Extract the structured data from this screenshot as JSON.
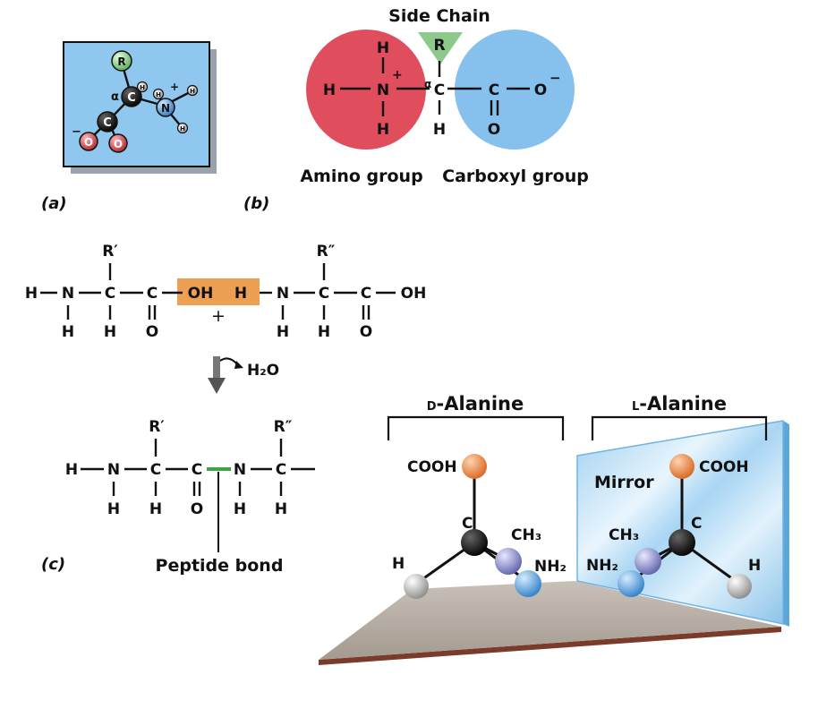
{
  "panel_labels": {
    "a": "(a)",
    "b": "(b)",
    "c": "(c)"
  },
  "panel_a": {
    "r": "R",
    "c_alpha": "C",
    "h_alpha": "H",
    "alpha": "α",
    "n": "N",
    "plus": "+",
    "h": "H",
    "c_carboxyl": "C",
    "o": "O",
    "minus": "−",
    "colors": {
      "background": "#8fc7ee",
      "shadow": "#9aa3ad",
      "r_atom": "#8cc98b",
      "o_atom": "#c0393f",
      "n_atom": "#4d8fc9",
      "c_atom": "#111111"
    }
  },
  "panel_b": {
    "side_chain_title": "Side Chain",
    "r": "R",
    "alpha": "α",
    "c": "C",
    "h": "H",
    "n": "N",
    "plus": "+",
    "o": "O",
    "minus": "−",
    "amino_label": "Amino group",
    "carboxyl_label": "Carboxyl group",
    "colors": {
      "amino": "#e04e5e",
      "carboxyl": "#86c0ec",
      "side_chain": "#8cc98b"
    }
  },
  "panel_c": {
    "h": "H",
    "n": "N",
    "c": "C",
    "o": "O",
    "r_prime": "R′",
    "r_double": "R″",
    "oh": "OH",
    "plus": "+",
    "water": "H₂O",
    "peptide_bond_label": "Peptide bond",
    "colors": {
      "highlight": "#eba054",
      "peptide_bond": "#3aa548"
    }
  },
  "panel_d": {
    "d_title_prefix": "D",
    "l_title_prefix": "L",
    "title_suffix": "-Alanine",
    "cooh": "COOH",
    "c": "C",
    "h": "H",
    "ch3": "CH₃",
    "nh2": "NH₂",
    "mirror_label": "Mirror",
    "colors": {
      "floor": "#b4aba1",
      "floor_edge": "#7a3b2a",
      "mirror": "#b9ddf5",
      "orange_atom": "#e8813b",
      "purple_atom": "#8a8ccc",
      "blue_atom": "#4f9de0",
      "grey_atom": "#c8c8c8"
    }
  }
}
